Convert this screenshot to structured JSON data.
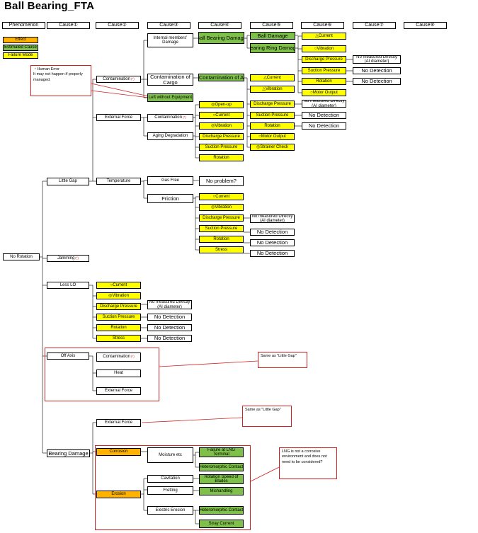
{
  "title": "Ball Bearing_FTA",
  "headers": [
    "Phenomenon",
    "Cause①",
    "Cause②",
    "Cause③",
    "Cause④",
    "Cause⑤",
    "Cause⑥",
    "Cause⑦",
    "Cause⑧"
  ],
  "legend": {
    "effect": "Effect",
    "estimated": "Estimated Cause",
    "failure": "Failure Mode"
  },
  "colors": {
    "effect": "#ffb300",
    "estimated": "#7ec04a",
    "failure": "#ffff00",
    "note_border": "#d12020"
  },
  "notes": {
    "human_error": "・Human Error\nIt may not happen if properly managed.",
    "same1": "Same as \"Little Gap\"",
    "same2": "Same as \"Little Gap\"",
    "lng": "LNG is not a corrosive environment and does not need to be considered?"
  },
  "nodes": {
    "no_rotation": "No Rotation",
    "little_gap": "Little Gap",
    "jamming": "Jamming",
    "less_lo": "Less LO",
    "off_axis": "Off Axis",
    "bearing_damage": "Bearing Damage",
    "contamination": "Contamination",
    "external_force": "External Force",
    "temperature": "Temperature",
    "internal_damage": "Internal members' Damage",
    "contam_cargo": "Contamination of Cargo",
    "left_without": "Left without Equipment",
    "contamination3": "Contamination",
    "aging": "Aging Degradation",
    "gas_free": "Gas Free",
    "friction": "Friction",
    "bb_damage": "Ball Bearing Damage",
    "contam_a": "Contamination of A",
    "no_problem": "No problem?",
    "ball_damage": "Ball Damage",
    "ring_damage": "Bearing Ring Damage",
    "off_contam": "Contamination",
    "off_heat": "Heat",
    "off_ext": "External Force",
    "bd_ext": "External Force",
    "corrosion": "Corrosion",
    "erosion": "Erosion",
    "moisture": "Moisture etc",
    "cavitation": "Cavitation",
    "fretting": "Fretting",
    "electric": "Electric Erosion",
    "failure_lng": "Failure at LNG Terminal",
    "hetero1": "Heteromorphic Contact",
    "rot_speed": "Rotation Speed of Blades",
    "mishandling": "Mishandling",
    "hetero2": "Heteromorphic Contact",
    "stray": "Stray Current"
  },
  "lists": {
    "c4_contam": [
      "◎Open-up",
      "○Current",
      "◎Vibration",
      "Discharge Pressure",
      "Suction Pressure",
      "Rotation"
    ],
    "c5_contam_a": [
      "△Current",
      "△Vibration",
      "Discharge Pressure",
      "Suction Pressure",
      "Rotation",
      "○Motor Output",
      "◎Strainer Check"
    ],
    "c6_bearing": [
      "△Current",
      "○Vibration",
      "Discharge Pressure",
      "Suction Pressure",
      "Rotation",
      "○Motor Output"
    ],
    "friction": [
      "○Current",
      "◎Vibration",
      "Discharge Pressure",
      "Suction Pressure",
      "Rotation",
      "Stress"
    ],
    "less_lo": [
      "○Current",
      "◎Vibration",
      "Discharge Pressure",
      "Suction Pressure",
      "Rotation",
      "Stress"
    ]
  },
  "results": {
    "no_measured": "No measured Directly (AI diameter)",
    "no_detection": "No Detection"
  }
}
